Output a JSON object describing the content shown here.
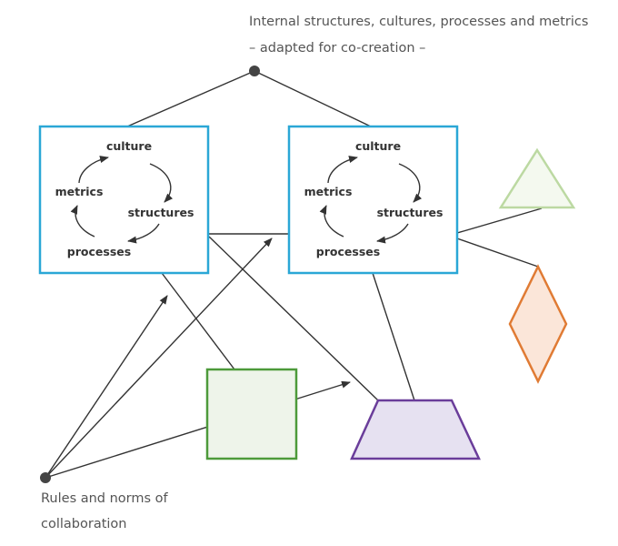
{
  "top_caption": {
    "line1": "Internal structures, cultures, processes and metrics",
    "line2": "– adapted for co-creation –"
  },
  "bottom_caption": {
    "line1": "Rules and norms of",
    "line2": "collaboration"
  },
  "cycle_boxes": [
    {
      "culture": "culture",
      "structures": "structures",
      "processes": "processes",
      "metrics": "metrics"
    },
    {
      "culture": "culture",
      "structures": "structures",
      "processes": "processes",
      "metrics": "metrics"
    }
  ],
  "colors": {
    "box_border": "#2aa7d6",
    "square_stroke": "#4d9a3a",
    "square_fill": "#eef4ea",
    "trapezoid_stroke": "#6a3d9a",
    "trapezoid_fill": "#e6e1f1",
    "triangle_stroke": "#bcd9a2",
    "triangle_fill": "#f4f9ef",
    "diamond_stroke": "#e07b34",
    "diamond_fill": "#fbe6d9",
    "line": "#333333",
    "node": "#444444"
  }
}
